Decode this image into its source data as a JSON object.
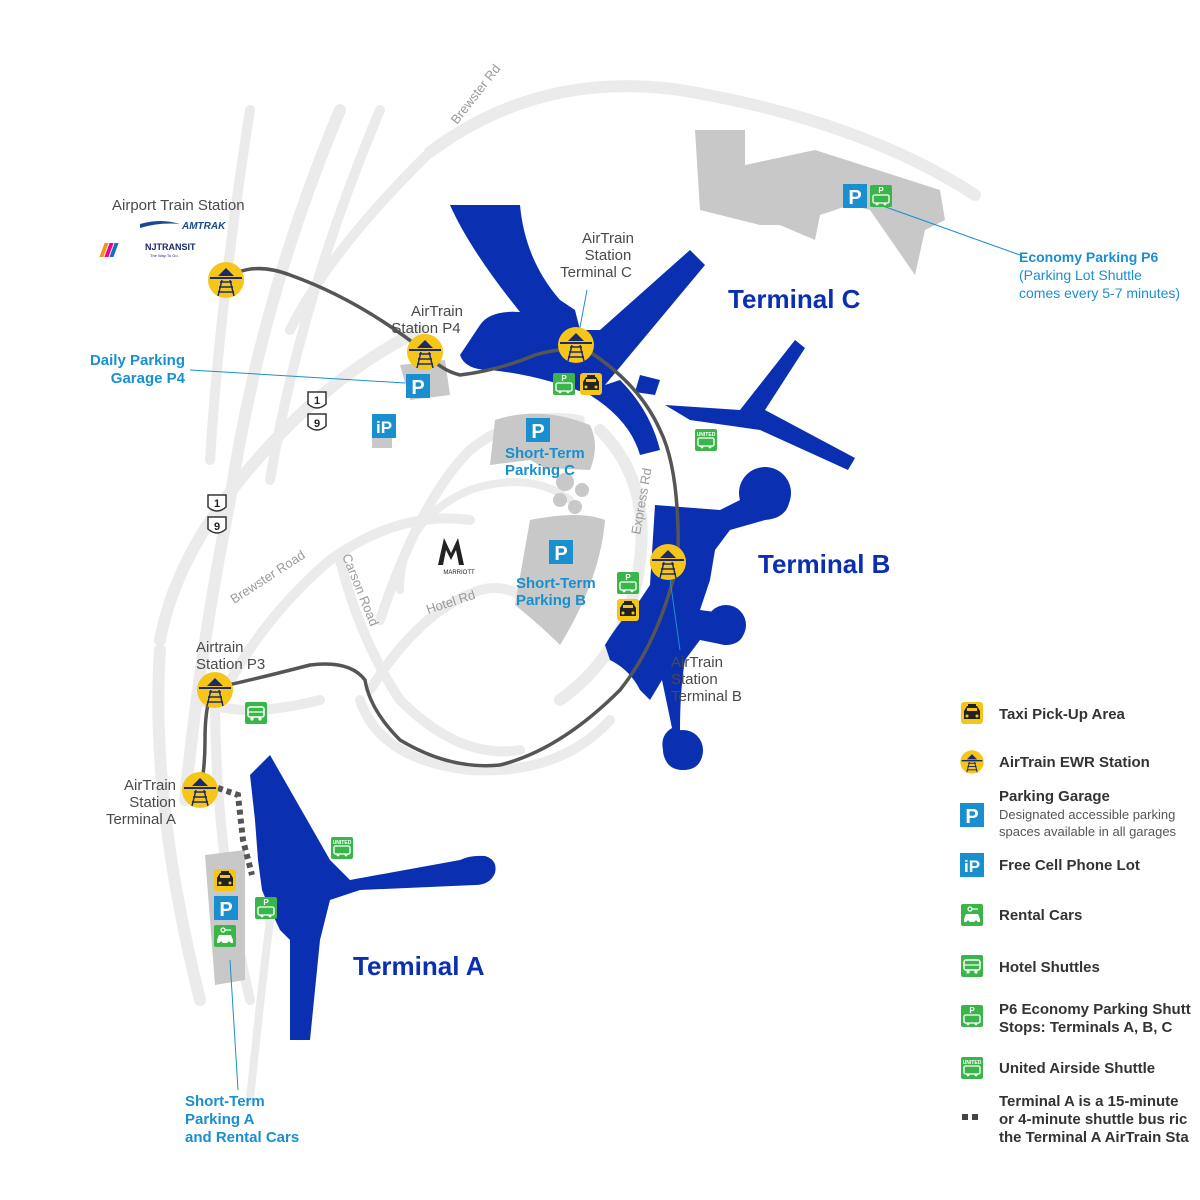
{
  "terminals": {
    "a": "Terminal A",
    "b": "Terminal B",
    "c": "Terminal C"
  },
  "stations": {
    "airport_train_station": "Airport Train Station",
    "p4": [
      "AirTrain",
      "Station P4"
    ],
    "terminal_c": [
      "AirTrain",
      "Station",
      "Terminal C"
    ],
    "terminal_b": [
      "AirTrain",
      "Station",
      "Terminal B"
    ],
    "p3": [
      "Airtrain",
      "Station P3"
    ],
    "terminal_a": [
      "AirTrain",
      "Station",
      "Terminal A"
    ]
  },
  "rail_logos": {
    "amtrak": "AMTRAK",
    "nj_transit": "NJTRANSIT",
    "nj_transit_tagline": "The Way To Go."
  },
  "parking": {
    "daily_p4": [
      "Daily Parking",
      "Garage P4"
    ],
    "short_term_c": [
      "Short-Term",
      "Parking C"
    ],
    "short_term_b": [
      "Short-Term",
      "Parking B"
    ],
    "short_term_a": [
      "Short-Term",
      "Parking A",
      "and Rental Cars"
    ],
    "economy_p6": [
      "Economy Parking P6",
      "(Parking Lot Shuttle",
      "comes every 5-7 minutes)"
    ],
    "p_letter": "P",
    "ip_letters": "iP"
  },
  "roads": {
    "brewster_rd": "Brewster Rd",
    "brewster_road": "Brewster Road",
    "carson_road": "Carson Road",
    "hotel_rd": "Hotel Rd",
    "express_rd": "Express Rd",
    "route_1": "1",
    "route_9": "9"
  },
  "hotel": {
    "name": "MARRIOTT"
  },
  "legend": {
    "taxi": "Taxi Pick-Up Area",
    "airtrain": "AirTrain EWR Station",
    "garage_title": "Parking Garage",
    "garage_sub_1": "Designated accessible parking",
    "garage_sub_2": "spaces available in all garages",
    "cell_lot": "Free Cell Phone Lot",
    "rental": "Rental Cars",
    "hotel_shuttles": "Hotel Shuttles",
    "p6_shuttle_1": "P6 Economy Parking Shutt",
    "p6_shuttle_2": "Stops: Terminals A, B, C",
    "united": "United Airside Shuttle",
    "terminal_a_walk_1": "Terminal A is a 15-minute",
    "terminal_a_walk_2": "or 4-minute shuttle bus ric",
    "terminal_a_walk_3": "the Terminal A AirTrain Sta"
  },
  "icon_labels": {
    "united": "UNITED"
  },
  "colors": {
    "terminal_blue": "#0a2fb0",
    "label_blue": "#1a8fd0",
    "parking_gray": "#c8c8c8",
    "road_gray": "#ebebeb",
    "airtrain_line": "#555555",
    "taxi_yellow": "#f5c518",
    "shuttle_green": "#3ab54a",
    "parking_blue": "#1a8fd0"
  },
  "icons": [
    "taxi-icon",
    "airtrain-icon",
    "parking-icon",
    "cell-phone-lot-icon",
    "rental-car-icon",
    "hotel-shuttle-icon",
    "p6-shuttle-icon",
    "united-shuttle-icon",
    "marriott-logo"
  ]
}
